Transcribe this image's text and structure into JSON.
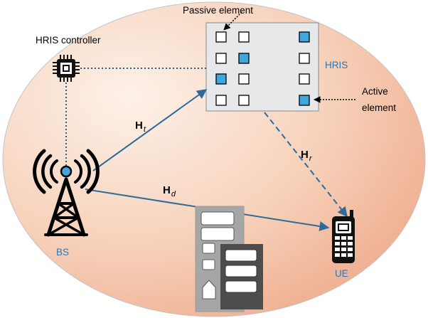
{
  "labels": {
    "passive_element": "Passive element",
    "hris_controller": "HRIS controller",
    "hris": "HRIS",
    "active_element_line1": "Active",
    "active_element_line2": "element",
    "bs": "BS",
    "ue": "UE"
  },
  "channels": {
    "ht": {
      "symbol": "H",
      "subscript": "t"
    },
    "hr": {
      "symbol": "H",
      "subscript": "r"
    },
    "hd": {
      "symbol": "H",
      "subscript": "d"
    }
  },
  "hris_grid": {
    "rows": 4,
    "cols": 4,
    "active_cells": [
      [
        0,
        3
      ],
      [
        1,
        1
      ],
      [
        2,
        0
      ],
      [
        3,
        3
      ]
    ]
  },
  "colors": {
    "region_light": "#fbe6d8",
    "region_dark": "#eeaa85",
    "panel_fill": "#e6e7e9",
    "active_fill": "#3fa7dd",
    "link_blue": "#2e6b99",
    "label_blue": "#2e75b6"
  }
}
